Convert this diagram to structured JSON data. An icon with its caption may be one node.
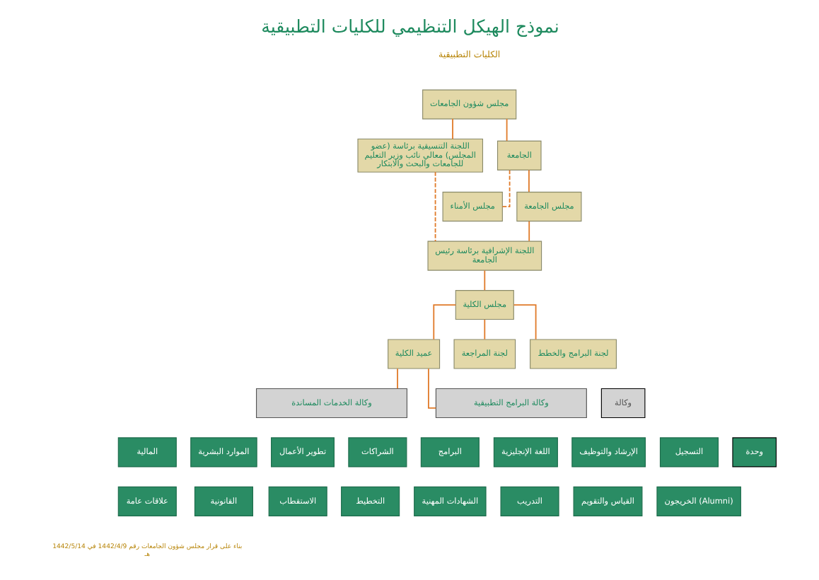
{
  "diagram": {
    "title": "نموذج الهيكل التنظيمي للكليات التطبيقية",
    "nodes": [
      {
        "text": [
          "مجلس شؤون الجامعات"
        ]
      },
      {
        "text": [
          "اللجنة التنسيقية برئاسة (عضو المجلس) معالي نائب وزير التعليم للجامعات والبحث والابتكار"
        ]
      },
      {
        "text": [
          "الجامعة"
        ]
      },
      {
        "text": [
          "مجلس الأمناء"
        ]
      },
      {
        "text": [
          "مجلس الجامعة"
        ]
      },
      {
        "text": [
          "اللجنة الإشرافية برئاسة رئيس الجامعة"
        ]
      },
      {
        "text": [
          "مجلس الكلية"
        ]
      },
      {
        "text": [
          "لجنة البرامج والخطط"
        ]
      },
      {
        "text": [
          "لجنة المراجعة"
        ]
      },
      {
        "text": [
          "عميد الكلية"
        ]
      },
      {
        "text": [
          "وكالة البرامج التطبيقية"
        ]
      },
      {
        "text": [
          "وكالة الخدمات المساندة"
        ]
      },
      {
        "text": [
          "التسجيل"
        ]
      },
      {
        "text": [
          "الإرشاد والتوظيف"
        ]
      },
      {
        "text": [
          "اللغة الإنجليزية"
        ]
      },
      {
        "text": [
          "البرامج"
        ]
      },
      {
        "text": [
          "الشراكات"
        ]
      },
      {
        "text": [
          "تطوير الأعمال"
        ]
      },
      {
        "text": [
          "الموارد البشرية"
        ]
      },
      {
        "text": [
          "المالية"
        ]
      },
      {
        "text": [
          "الخريجون (Alumni)"
        ]
      },
      {
        "text": [
          "القياس والتقويم"
        ]
      },
      {
        "text": [
          "التدريب"
        ]
      },
      {
        "text": [
          "الشهادات المهنية"
        ]
      },
      {
        "text": [
          "التخطيط"
        ]
      },
      {
        "text": [
          "الاستقطاب"
        ]
      },
      {
        "text": [
          "القانونية"
        ]
      },
      {
        "text": [
          "علاقات عامة"
        ]
      }
    ],
    "edges": [
      {
        "from": 0,
        "to": 1,
        "arrow": "none"
      },
      {
        "from": 0,
        "to": 2,
        "arrow": "none"
      },
      {
        "from": 2,
        "to": 4,
        "arrow": "none"
      },
      {
        "from": 3,
        "to": 2,
        "arrow": "none",
        "style": "dashed"
      },
      {
        "from": 1,
        "to": 5,
        "arrow": "none",
        "style": "dashed"
      },
      {
        "from": 4,
        "to": 5,
        "arrow": "none"
      },
      {
        "from": 5,
        "to": 6,
        "arrow": "none"
      },
      {
        "from": 6,
        "to": 7,
        "arrow": "none"
      },
      {
        "from": 6,
        "to": 8,
        "arrow": "none"
      },
      {
        "from": 6,
        "to": 9,
        "arrow": "none"
      },
      {
        "from": 9,
        "to": 10,
        "arrow": "none"
      },
      {
        "from": 9,
        "to": 11,
        "arrow": "none"
      }
    ],
    "labels": [
      "الكليات التطبيقية",
      "بناء على قرار مجلس شؤون الجامعات رقم 1442/4/9 في 1442/5/14 هـ"
    ],
    "legend": [
      {
        "text": "وكالة",
        "color": "#d3d3d3"
      },
      {
        "text": "وحدة",
        "color": "#2a8c64"
      }
    ]
  }
}
